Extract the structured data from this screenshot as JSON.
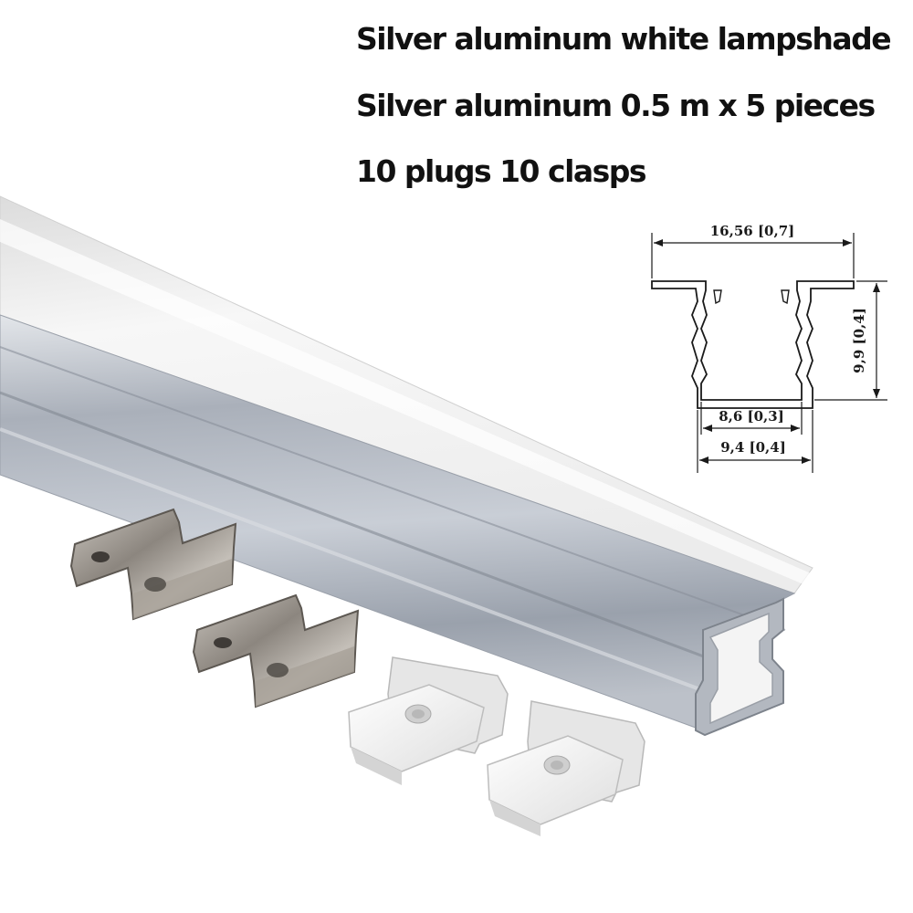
{
  "headline": {
    "line1": "Silver aluminum white lampshade",
    "line2": "Silver aluminum 0.5 m x 5 pieces",
    "line3": "10 plugs  10 clasps"
  },
  "diagram": {
    "overall_width_label": "16,56 [0,7]",
    "height_label": "9,9 [0,4]",
    "inner_width_label": "8,6 [0,3]",
    "outer_bottom_width_label": "9,4 [0,4]"
  },
  "product": {
    "profile": "aluminum-profile",
    "clasp_count_shown": 2,
    "plug_count_shown": 2
  },
  "colors": {
    "aluminum": "#b9bfc9",
    "diffuser": "#f2f2f2",
    "clasp": "#9a948d",
    "plug": "#f5f5f5"
  }
}
